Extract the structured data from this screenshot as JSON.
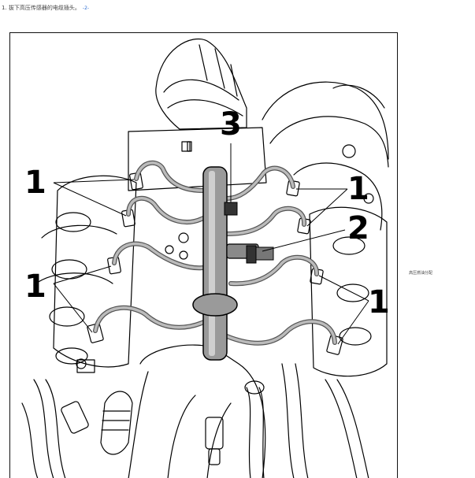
{
  "step": {
    "text": "1. 拔下高压传感器的电缆插头。",
    "ref": "-2-"
  },
  "figure": {
    "callouts": [
      "1",
      "1",
      "1",
      "1",
      "2",
      "3"
    ],
    "caption": "高压燃油分配"
  }
}
